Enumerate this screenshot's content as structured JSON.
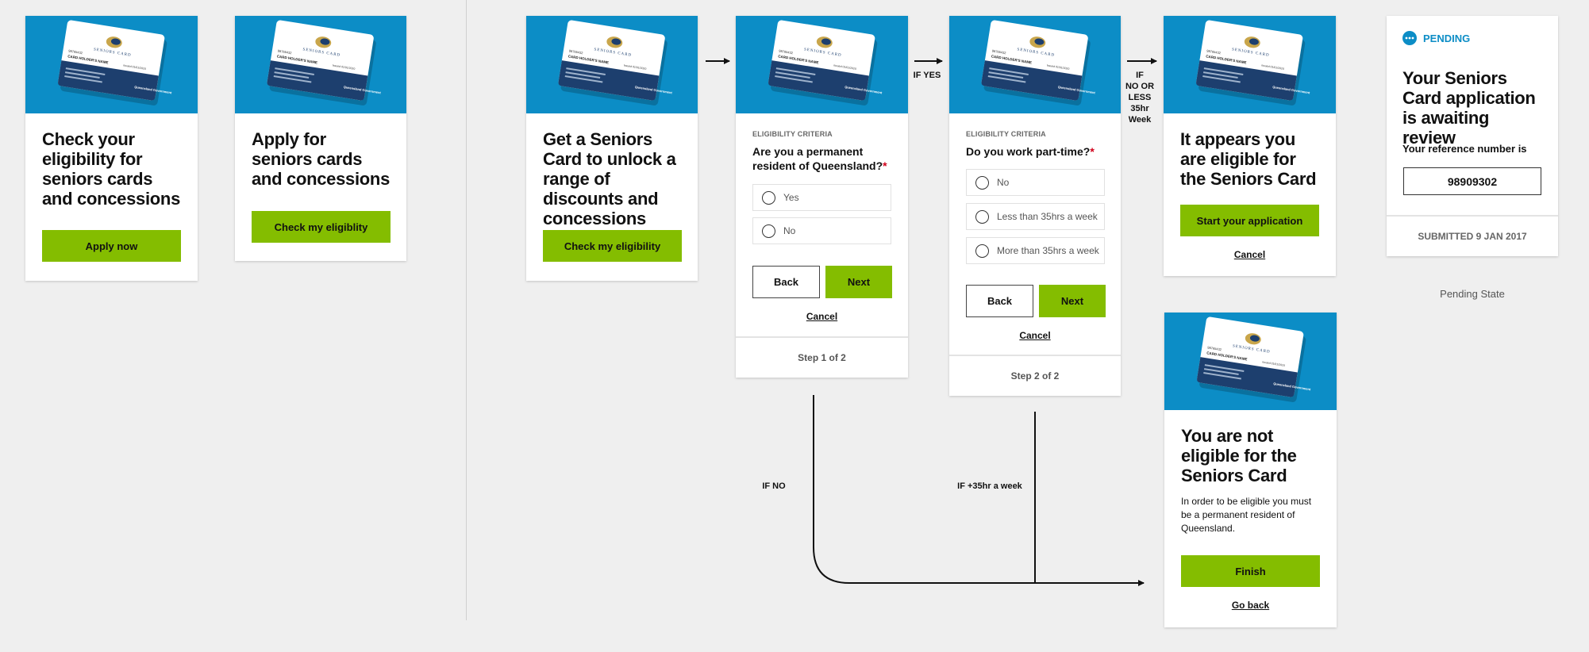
{
  "colors": {
    "accent_green": "#84bd00",
    "hero_blue": "#0c8dc6",
    "pending_blue": "#0c8dc6",
    "required_red": "#d0021b"
  },
  "card_image": {
    "card_title": "SENIORS CARD",
    "holder_text": "CARD HOLDER'S NAME",
    "number_text": "98765432",
    "issued_text": "Issued 01/01/2020",
    "issuer": "Queensland Government"
  },
  "entry_a": {
    "title": "Check your eligibility for seniors cards and concessions",
    "button": "Apply now"
  },
  "entry_b": {
    "title": "Apply for seniors cards and concessions",
    "button": "Check my eligiblity"
  },
  "start": {
    "title": "Get a Seniors Card to unlock a range of discounts and concessions",
    "button": "Check my eligibility"
  },
  "step1": {
    "eyebrow": "ELIGIBILITY CRITERIA",
    "question": "Are you a permanent resident of Queensland?",
    "required": "*",
    "options": [
      "Yes",
      "No"
    ],
    "back": "Back",
    "next": "Next",
    "cancel": "Cancel",
    "step": "Step 1 of 2"
  },
  "step2": {
    "eyebrow": "ELIGIBILITY CRITERIA",
    "question": "Do you work part-time?",
    "required": "*",
    "options": [
      "No",
      "Less than 35hrs a week",
      "More than 35hrs a week"
    ],
    "back": "Back",
    "next": "Next",
    "cancel": "Cancel",
    "step": "Step 2 of 2"
  },
  "eligible": {
    "title": "It appears you are eligible for the Seniors Card",
    "button": "Start your application",
    "cancel": "Cancel"
  },
  "not_eligible": {
    "title": "You are not eligible for the Seniors Card",
    "body": "In order to be eligible you must be a permanent resident of Queensland.",
    "button": "Finish",
    "link": "Go back"
  },
  "pending": {
    "status": "PENDING",
    "title": "Your Seniors Card application is awaiting review",
    "ref_label": "Your reference number is",
    "ref_number": "98909302",
    "submitted": "SUBMITTED 9 JAN 2017",
    "caption": "Pending State"
  },
  "flow_labels": {
    "if_yes": "IF YES",
    "if_no_or_less": [
      "IF",
      "NO OR",
      "LESS",
      "35hr",
      "Week"
    ],
    "if_no": "IF NO",
    "if_35": "IF +35hr a week"
  }
}
